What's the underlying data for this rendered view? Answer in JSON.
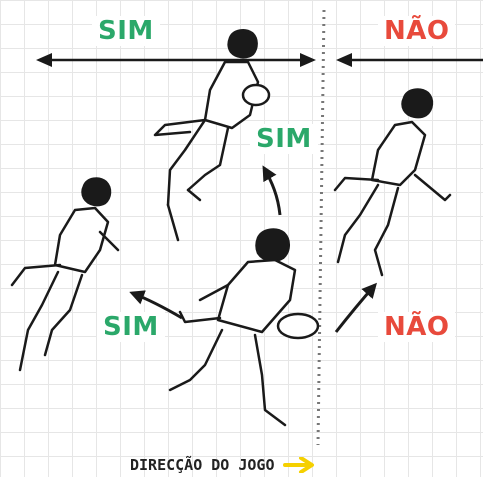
{
  "labels": {
    "top_yes": "SIM",
    "top_no": "NÃO",
    "middle_yes": "SIM",
    "left_yes": "SIM",
    "right_no": "NÃO"
  },
  "footer": {
    "text": "DIRECÇÃO DO JOGO"
  },
  "colors": {
    "yes": "#2ba86a",
    "no": "#e84a3c",
    "arrow_direction": "#f5d000",
    "ink": "#1a1a1a"
  },
  "icons": {
    "footer_arrow": "arrow-right-icon"
  }
}
